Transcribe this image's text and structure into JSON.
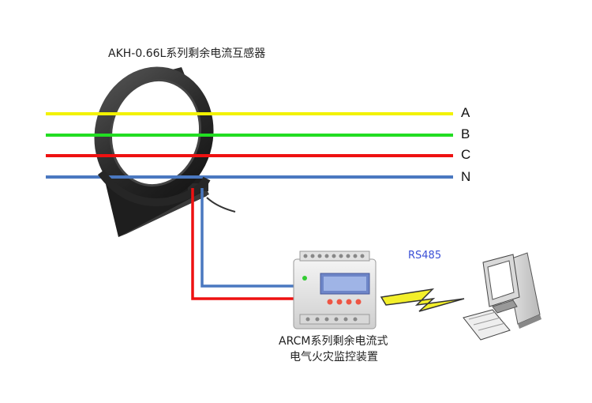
{
  "ct_title": "AKH-0.66L系列剩余电流互感器",
  "phases": [
    "A",
    "B",
    "C",
    "N"
  ],
  "comm_label": "RS485",
  "device_label_line1": "ARCM系列剩余电流式",
  "device_label_line2": "电气火灾监控装置",
  "colors": {
    "phase_a": "#f2f200",
    "phase_b": "#22dd22",
    "phase_c": "#ee1111",
    "phase_n": "#4a78c0",
    "rs485_text": "#3a4fd6",
    "lightning": "#f3ef2a"
  },
  "icons": [
    "current-transformer-icon",
    "monitoring-device-icon",
    "lightning-bolt-icon",
    "computer-icon"
  ]
}
